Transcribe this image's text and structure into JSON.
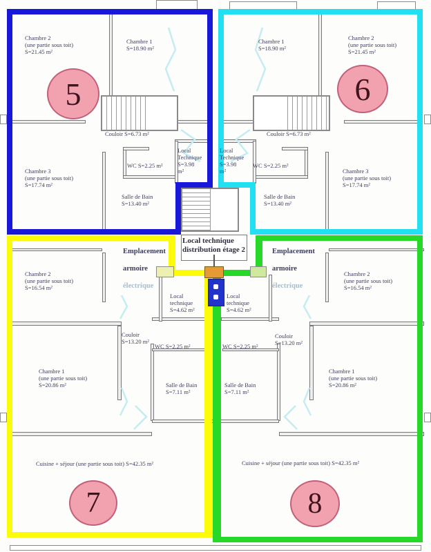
{
  "title": "Floor plan étage 2 — apartments 5, 6, 7, 8",
  "colors": {
    "apt5_border": "#1a18d8",
    "apt6_border": "#22dff2",
    "apt7_border": "#fbfb0a",
    "apt8_border": "#28d828",
    "badge_fill": "#f2a1af",
    "badge_border": "#c2607a",
    "badge_text": "#40141f",
    "wall": "#767676",
    "cut_line": "#c4ecf1",
    "label_text": "#3c3c5e"
  },
  "apt5": {
    "number": "5",
    "chambre2": "Chambre 2\n(une partie sous toit)\nS=21.45 m²",
    "chambre1": "Chambre 1\nS=18.90 m²",
    "couloir": "Couloir S=6.73 m²",
    "wc": "WC S=2.25 m²",
    "local_technique": "Local\nTechnique\nS=3.98\nm²",
    "chambre3": "Chambre 3\n(une partie sous toit)\nS=17.74 m²",
    "salle_de_bain": "Salle de Bain\nS=13.40 m²"
  },
  "apt6": {
    "number": "6",
    "chambre1": "Chambre 1\nS=18.90 m²",
    "chambre2": "Chambre 2\n(une partie sous toit)\nS=21.45 m²",
    "couloir": "Couloir S=6.73 m²",
    "local_technique": "Local\nTechnique\nS=3.98\nm²",
    "wc": "WC S=2.25 m²",
    "chambre3": "Chambre 3\n(une partie sous toit)\nS=17.74 m²",
    "salle_de_bain": "Salle de Bain\nS=13.40 m²"
  },
  "apt7": {
    "number": "7",
    "chambre2": "Chambre 2\n(une partie sous toit)\nS=16.54 m²",
    "chambre1": "Chambre 1\n(une partie sous toit)\nS=20.86 m²",
    "couloir": "Couloir\nS=13.20 m²",
    "wc": "WC S=2.25 m²",
    "local_technique": "Local\ntechnique\nS=4.62 m²",
    "salle_de_bain": "Salle de Bain\nS=7.11 m²",
    "cuisine": "Cuisine + séjour (une partie sous toit) S=42.35 m²"
  },
  "apt8": {
    "number": "8",
    "chambre2": "Chambre 2\n(une partie sous toit)\nS=16.54 m²",
    "chambre1": "Chambre 1\n(une partie sous toit)\nS=20.86 m²",
    "couloir": "Couloir\nS=13.20 m²",
    "wc": "WC S=2.25 m²",
    "local_technique": "Local\ntechnique\nS=4.62 m²",
    "salle_de_bain": "Salle de Bain\nS=7.11 m²",
    "cuisine": "Cuisine + séjour (une partie sous toit) S=42.35 m²"
  },
  "common": {
    "local_distribution": "Local technique\ndistribution étage 2",
    "emplacement": {
      "l1": "Emplacement",
      "l2": "armoire",
      "l3": "électrique"
    }
  }
}
